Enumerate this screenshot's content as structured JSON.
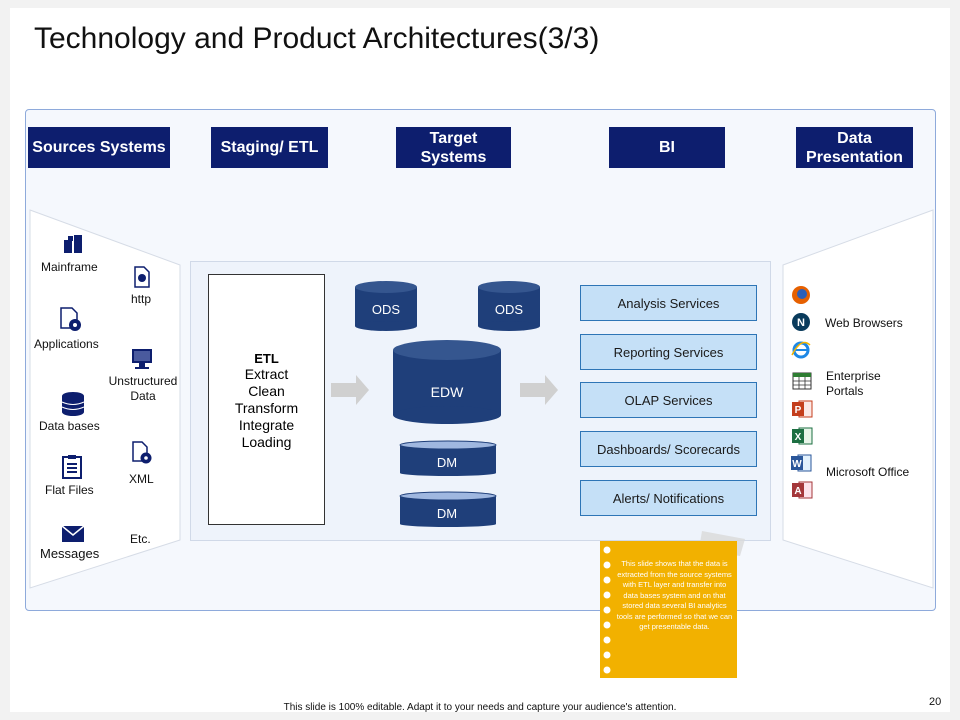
{
  "title": "Technology and Product Architectures(3/3)",
  "headers": [
    "Sources Systems",
    "Staging/ ETL",
    "Target Systems",
    "BI",
    "Data Presentation"
  ],
  "sources_left": [
    "Mainframe",
    "Applications",
    "Data bases",
    "Flat Files",
    "Messages"
  ],
  "sources_right": [
    "http",
    "Unstructured Data",
    "XML",
    "Etc."
  ],
  "etl": {
    "label": "ETL",
    "steps": [
      "Extract",
      "Clean",
      "Transform",
      "Integrate",
      "Loading"
    ]
  },
  "target": {
    "ods1": "ODS",
    "ods2": "ODS",
    "edw": "EDW",
    "dm1": "DM",
    "dm2": "DM"
  },
  "bi_services": [
    "Analysis Services",
    "Reporting Services",
    "OLAP Services",
    "Dashboards/ Scorecards",
    "Alerts/ Notifications"
  ],
  "presentation": {
    "web": "Web Browsers",
    "portals": "Enterprise Portals",
    "office": "Microsoft Office"
  },
  "note": "This slide shows that the data is extracted from the source systems with ETL layer and transfer into data bases system and on that stored data several BI analytics tools are performed so that we can get presentable data.",
  "footer": "This slide is 100% editable. Adapt it to your needs and capture your audience's attention.",
  "page_number": "20",
  "colors": {
    "header": "#0d1e6e",
    "cylinder": "#1f3f7a",
    "service": "#c5e0f7",
    "note": "#f2b100",
    "frame_border": "#8eaadb"
  }
}
